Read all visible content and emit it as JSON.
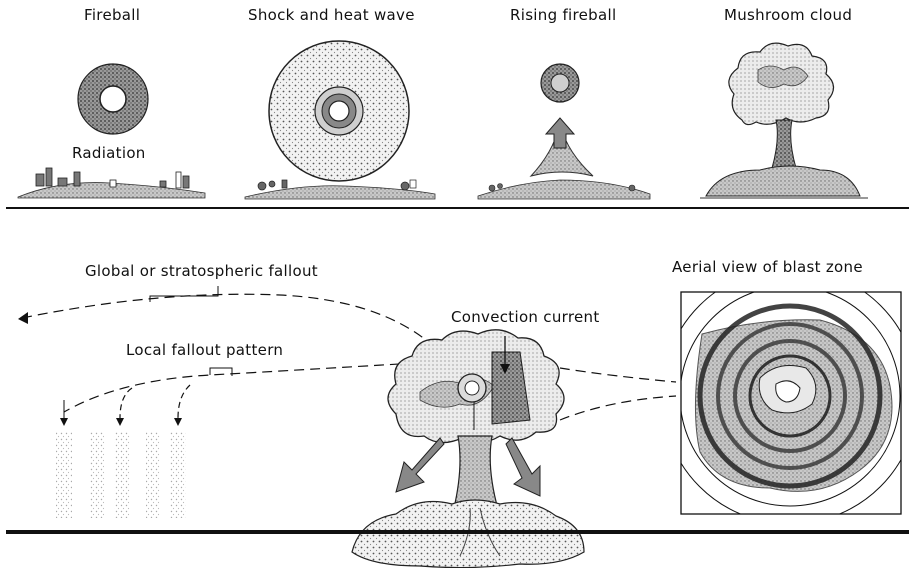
{
  "stages": [
    {
      "label": "Fireball"
    },
    {
      "label": "Shock and heat wave"
    },
    {
      "label": "Rising fireball"
    },
    {
      "label": "Mushroom cloud"
    }
  ],
  "radiation_label": "Radiation",
  "global_fallout_label": "Global or stratospheric fallout",
  "local_fallout_label": "Local fallout pattern",
  "convection_label": "Convection current",
  "aerial_label": "Aerial view of blast zone"
}
